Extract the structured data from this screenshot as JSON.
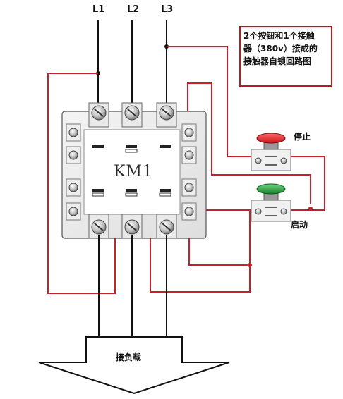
{
  "phase_labels": {
    "l1": "L1",
    "l2": "L2",
    "l3": "L3"
  },
  "contactor_label": "KM1",
  "note_lines": [
    "2个按钮和1个接触",
    "器（380v）接成的",
    "接触器自锁回路图"
  ],
  "stop_label": "停止",
  "start_label": "启动",
  "load_label": "接负载",
  "colors": {
    "wire_red": "#c8202a",
    "wire_black": "#111111",
    "stop_button": "#d8232a",
    "start_button": "#1f9a3a",
    "note_border": "#c0161d"
  }
}
